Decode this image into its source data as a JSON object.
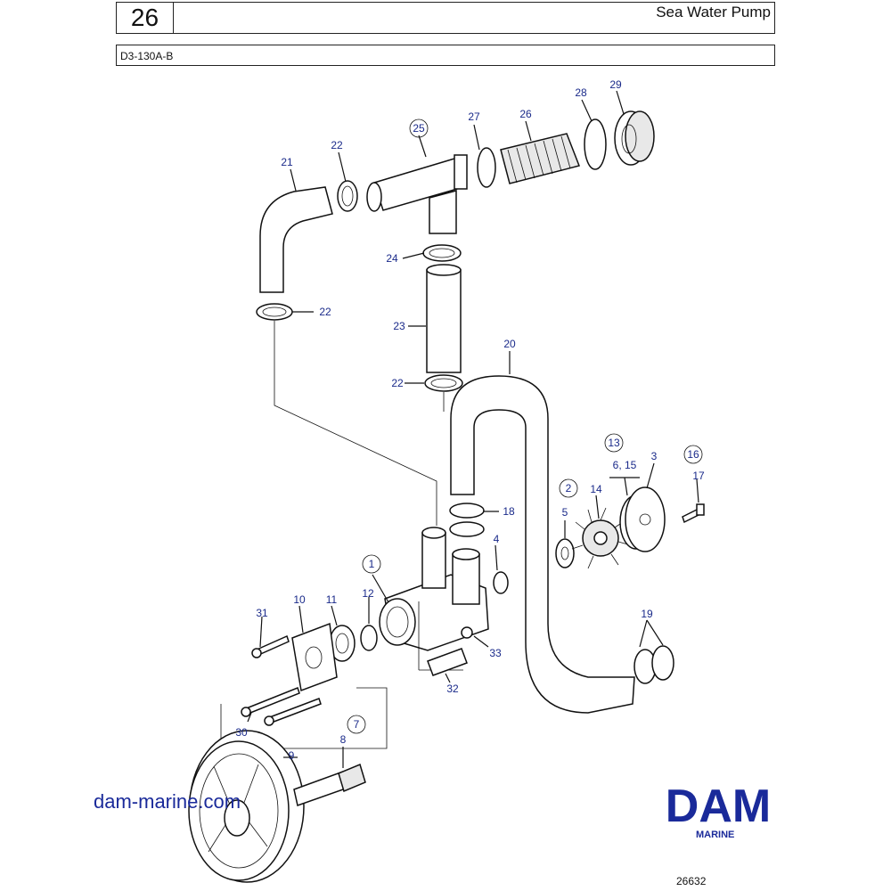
{
  "header": {
    "section_number": "26",
    "title": "Sea Water Pump",
    "model": "D3-130A-B"
  },
  "callouts": {
    "p1": "1",
    "p2": "2",
    "p3": "3",
    "p4": "4",
    "p5": "5",
    "p6_15": "6,  15",
    "p7": "7",
    "p8": "8",
    "p9": "9",
    "p10": "10",
    "p11": "11",
    "p12": "12",
    "p13": "13",
    "p14": "14",
    "p16": "16",
    "p17": "17",
    "p18": "18",
    "p19": "19",
    "p20": "20",
    "p21": "21",
    "p22a": "22",
    "p22b": "22",
    "p22c": "22",
    "p23": "23",
    "p24": "24",
    "p25": "25",
    "p26": "26",
    "p27": "27",
    "p28": "28",
    "p29": "29",
    "p30": "30",
    "p31": "31",
    "p32": "32",
    "p33": "33"
  },
  "footer": {
    "website": "dam-marine.com",
    "brand": "DAM",
    "brand_sub": "MARINE",
    "figure_number": "26632"
  },
  "colors": {
    "callout": "#1a2a8a",
    "brand": "#1a2a9a",
    "line": "#111111"
  }
}
